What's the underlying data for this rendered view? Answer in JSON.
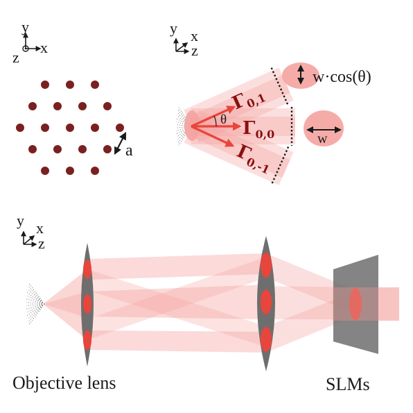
{
  "colors": {
    "dot": "#7a2020",
    "beam": "#f4a3a0",
    "beam_core": "#e8453c",
    "arrow": "#e8453c",
    "lens": "#6e6e6e",
    "gamma_text": "#8b0f0f",
    "ink": "#1a1a1a"
  },
  "axes_top_left": {
    "y": "y",
    "x": "x",
    "z": "z"
  },
  "axes_top_right": {
    "y": "y",
    "x": "x",
    "z": "z"
  },
  "axes_bottom": {
    "y": "y",
    "x": "x",
    "z": "z"
  },
  "lattice": {
    "spacing_label": "a",
    "rows": [
      3,
      4,
      5,
      4,
      3
    ]
  },
  "beams": {
    "theta_label": "θ",
    "orders": [
      {
        "label": "Γ",
        "sub": "0,1"
      },
      {
        "label": "Γ",
        "sub": "0,0"
      },
      {
        "label": "Γ",
        "sub": "0,-1"
      }
    ],
    "width_tilted_label": "w·cos(θ)",
    "width_label": "w"
  },
  "bottom": {
    "objective_label": "Objective lens",
    "slm_label": "SLMs"
  }
}
